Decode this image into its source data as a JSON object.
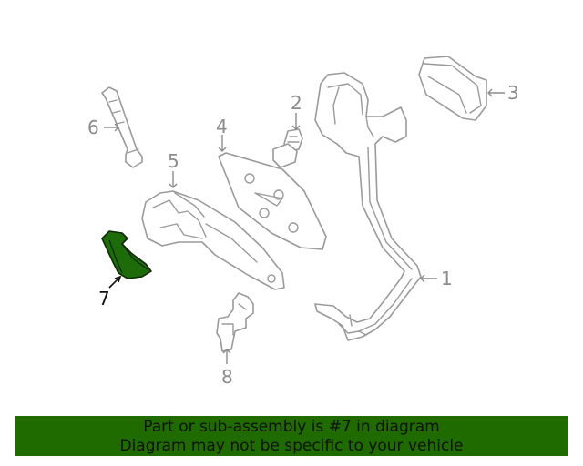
{
  "callouts": {
    "c1": "1",
    "c2": "2",
    "c3": "3",
    "c4": "4",
    "c5": "5",
    "c6": "6",
    "c7": "7",
    "c8": "8"
  },
  "highlight_color": "#1f6b00",
  "banner": {
    "line1": "Part or sub-assembly is #7 in diagram",
    "line2": "Diagram may not be specific to your vehicle"
  }
}
